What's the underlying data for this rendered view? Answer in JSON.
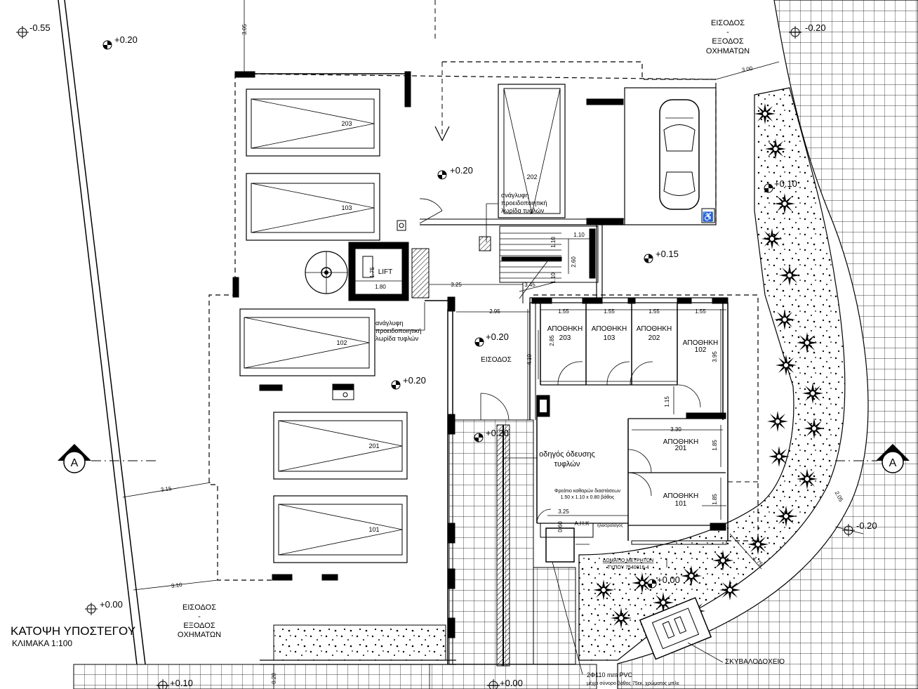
{
  "title": {
    "main": "ΚΑΤΟΨΗ ΥΠΟΣΤΕΓΟΥ",
    "scale": "ΚΛΙΜΑΚΑ   1:100"
  },
  "levels": {
    "l1": "-0.55",
    "l2": "+0.20",
    "l3": "+0.20",
    "l4": "-0.20",
    "l5": "+0.10",
    "l6": "+0.15",
    "l7": "+0.20",
    "l8": "+0.20",
    "l9": "+0.20",
    "l10": "+0.00",
    "l11": "-0.20",
    "l12": "+0.00",
    "l13": "+0.10",
    "l14": "+0.00"
  },
  "entrances": {
    "top_line1": "ΕΙΣΟΔΟΣ",
    "top_dash": "-",
    "top_line2": "ΕΞΟΔΟΣ",
    "top_line3": "ΟΧΗΜΑΤΩΝ",
    "bottom_line1": "ΕΙΣΟΔΟΣ",
    "bottom_dash": "-",
    "bottom_line2": "ΕΞΟΔΟΣ",
    "bottom_line3": "ΟΧΗΜΑΤΩΝ",
    "main": "ΕΙΣΟΔΟΣ"
  },
  "parking": {
    "p203": "203",
    "p103": "103",
    "p202": "202",
    "p102": "102",
    "p201": "201",
    "p101": "101"
  },
  "storage": {
    "label": "ΑΠΟΘΗΚΗ",
    "s203": "203",
    "s103": "103",
    "s202": "202",
    "s102": "102",
    "s201": "201",
    "s101": "101"
  },
  "lift": {
    "label": "LIFT",
    "w": "1.80",
    "h": "1.75"
  },
  "tactile": {
    "line1": "ανάγλυφη",
    "line2": "προειδοποιητική",
    "line3": "λωρίδα τυφλών",
    "guide1": "οδηγός όδευσης",
    "guide2": "τυφλών"
  },
  "notes": {
    "manhole1": "Φρεάτιο καθαρών διαστάσεων",
    "manhole2": "1.50 x 1.10 x 0.80 βάθος",
    "ahk": "Α.Η.Κ",
    "electrician": "ηλεκτρολόγος",
    "meter1": "ΔΩΜΑΤΙΟ ΜΕΤΡΗΤΩΝ",
    "meter2": "ΤΥΠΟΥ 7540016-4",
    "bin": "ΣΚΥΒΑΛΟΔΟΧΕΙΟ",
    "pipe1": "2Φ110 mm PVC",
    "pipe2": "μέχρι σύνορο βάθος 75εκ.  χρώματος μπλε"
  },
  "dims": {
    "d305": "3.05",
    "d300": "3.00",
    "d110": "1.10",
    "d110b": "1.10",
    "d110c": "1.10",
    "d260": "2.60",
    "d325": "3.25",
    "d345": "3.45",
    "d295": "2.95",
    "d155a": "1.55",
    "d155b": "1.55",
    "d155c": "1.55",
    "d155d": "1.55",
    "d285": "2.85",
    "d410": "4.10",
    "d395": "3.95",
    "d115": "1.15",
    "d330": "3.30",
    "d185a": "1.85",
    "d185b": "1.85",
    "d325b": "3.25",
    "d315": "3.15",
    "d310": "3.10",
    "d060": "0.60",
    "d020": "0.20",
    "d205": "2.05",
    "d175": "1.75",
    "d110d": "1.10"
  },
  "section": {
    "marker": "A"
  }
}
